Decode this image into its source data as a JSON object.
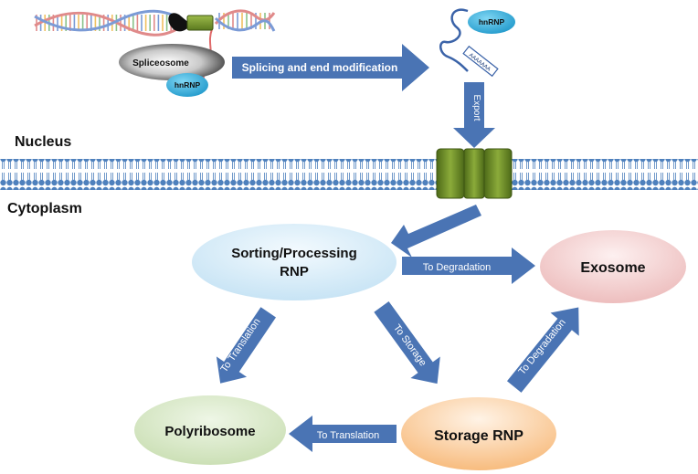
{
  "regions": {
    "nucleus": "Nucleus",
    "cytoplasm": "Cytoplasm"
  },
  "nodes": {
    "spliceosome": "Spliceosome",
    "hnrnp_splice": "hnRNP",
    "hnrnp_export": "hnRNP",
    "polya": "AAAAAAA",
    "sorting_line1": "Sorting/Processing",
    "sorting_line2": "RNP",
    "exosome": "Exosome",
    "polyribosome": "Polyribosome",
    "storage": "Storage RNP"
  },
  "arrows": {
    "splicing": "Splicing and end modification",
    "export": "Export",
    "sort_to_exo": "To Degradation",
    "sort_to_poly": "To Translation",
    "sort_to_storage": "To Storage",
    "storage_to_exo": "To Degradation",
    "storage_to_poly": "To Translation"
  },
  "colors": {
    "arrow": "#4a74b4",
    "membrane": "#4f81bd",
    "pore": "#6e8a28",
    "hnrnp": "#2aa9d9",
    "sorting": "#cfe8f6",
    "exosome": "#f2cbcb",
    "polyribosome": "#d6e8c4",
    "storage": "#f9c99a"
  }
}
